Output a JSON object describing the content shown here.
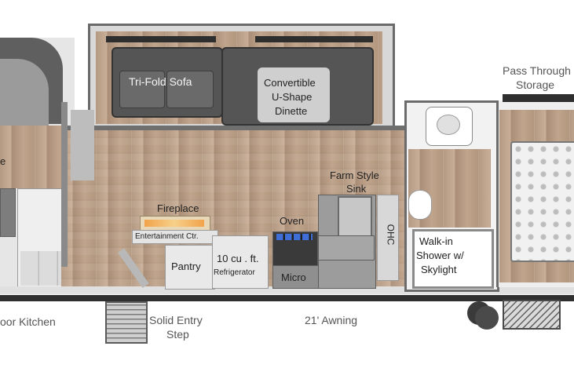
{
  "labels": {
    "tri_fold_sofa": "Tri-Fold Sofa",
    "dinette_line1": "Convertible",
    "dinette_line2": "U-Shape",
    "dinette_line3": "Dinette",
    "pass_through_line1": "Pass Through",
    "pass_through_line2": "Storage",
    "farm_sink_line1": "Farm Style",
    "farm_sink_line2": "Sink",
    "fireplace": "Fireplace",
    "entertainment": "Entertainment Ctr.",
    "oven": "Oven",
    "ohc": "OHC",
    "pantry": "Pantry",
    "refrigerator_line1": "10 cu . ft.",
    "refrigerator_line2": "Refrigerator",
    "micro": "Micro",
    "shower_line1": "Walk-in",
    "shower_line2": "Shower w/",
    "shower_line3": "Skylight",
    "outdoor_kitchen_partial": "oor Kitchen",
    "entry_step_line1": "Solid Entry",
    "entry_step_line2": "Step",
    "awning": "21' Awning",
    "cut_off_left": "e"
  },
  "colors": {
    "wall": "#6f6f6f",
    "floor": "#c0a48c",
    "counter": "#8e8e8e",
    "text": "#222222"
  }
}
